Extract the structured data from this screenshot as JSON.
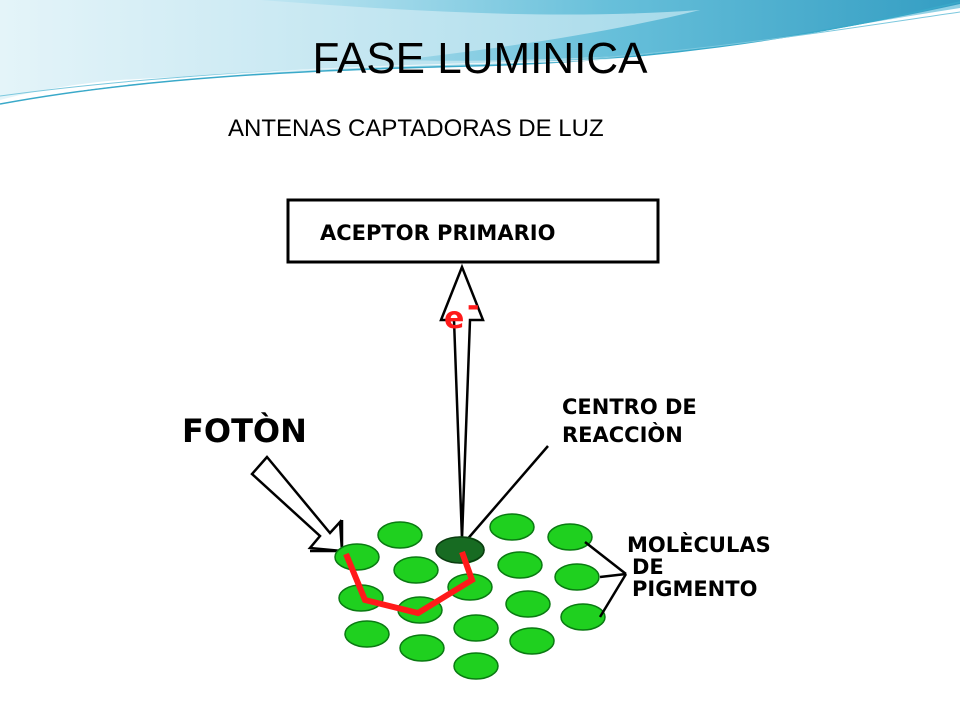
{
  "slide": {
    "title": "FASE LUMINICA",
    "subtitle": "ANTENAS CAPTADORAS DE LUZ"
  },
  "diagram": {
    "acceptor_label": "ACEPTOR PRIMARIO",
    "electron_symbol": "e",
    "electron_charge": "-",
    "photon_label": "FOTÒN",
    "reaction_center_label_1": "CENTRO DE",
    "reaction_center_label_2": "REACCIÒN",
    "pigment_label_1": "MOLÈCULAS",
    "pigment_label_2": "DE",
    "pigment_label_3": "PIGMENTO"
  },
  "colors": {
    "pigment_green": "#1fd01f",
    "reaction_center_green": "#176b22",
    "energy_path_red": "#ff1a1a",
    "header_teal": "#3aa9c9"
  }
}
